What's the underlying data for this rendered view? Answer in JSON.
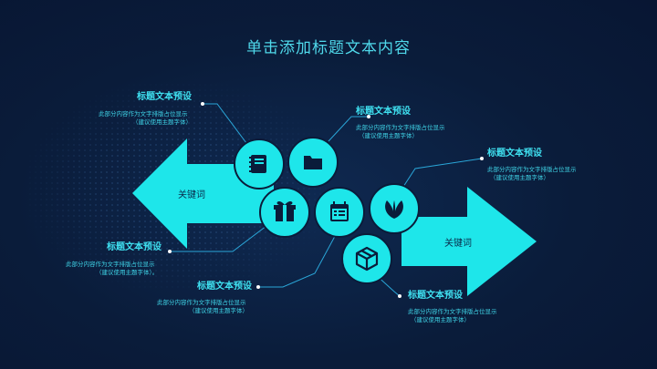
{
  "title": "单击添加标题文本内容",
  "arrows": {
    "left_label": "关键词",
    "right_label": "关键词"
  },
  "blocks": [
    {
      "title": "标题文本预设",
      "line1": "此部分内容作为文字排版占位显示",
      "line2": "（建议使用主题字体）"
    },
    {
      "title": "标题文本预设",
      "line1": "此部分内容作为文字排版占位显示",
      "line2": "（建议使用主题字体）"
    },
    {
      "title": "标题文本预设",
      "line1": "此部分内容作为文字排版占位显示",
      "line2": "（建议使用主题字体）"
    },
    {
      "title": "标题文本预设",
      "line1": "此部分内容作为文字排版占位显示",
      "line2": "（建议使用主题字体）。"
    },
    {
      "title": "标题文本预设",
      "line1": "此部分内容作为文字排版占位显示",
      "line2": "（建议使用主题字体）"
    },
    {
      "title": "标题文本预设",
      "line1": "此部分内容作为文字排版占位显示",
      "line2": "（建议使用主题字体）"
    }
  ],
  "icons": [
    "notebook-icon",
    "folder-icon",
    "gift-icon",
    "calendar-icon",
    "leaf-icon",
    "box-icon"
  ],
  "colors": {
    "accent": "#1ee6ea",
    "background": "#0a1c3a",
    "line": "#2aa6d8"
  }
}
